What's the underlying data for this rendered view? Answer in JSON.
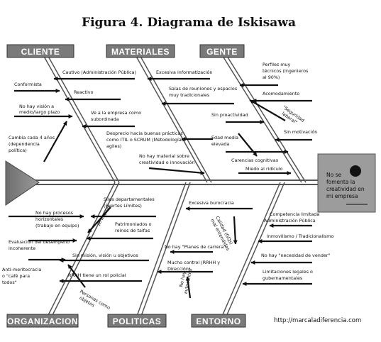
{
  "title": "Figura 4. Diagrama de Iskisawa",
  "effect": {
    "lines": [
      "No se",
      "fomenta la",
      "creatividad en",
      "mi empresa"
    ]
  },
  "categories": {
    "cliente": "CLIENTE",
    "materiales": "MATERIALES",
    "gente": "GENTE",
    "organizacion": "ORGANIZACION",
    "politicas": "POLITICAS",
    "entorno": "ENTORNO"
  },
  "causes": {
    "cliente": {
      "cautivo": "Cautivo (Administración Pública)",
      "conformista": "Conformista",
      "reactivo": "Reactivo",
      "vision": [
        "No hay visión a",
        "medio/largo plazo"
      ],
      "cambia": [
        "Cambia cada 4 años",
        "(dependencia",
        "política)"
      ],
      "subordinada": [
        "Ve a la empresa como",
        "subordinada"
      ]
    },
    "materiales": {
      "informatizacion": "Excesiva informatización",
      "salas": [
        "Salas de reuniones y espacios",
        "muy tradicionales"
      ],
      "desprecio": [
        "Desprecio hacia buenas prácticas",
        "como ITIL o SCRUM (Metodologías",
        "agiles)"
      ],
      "material": [
        "No hay material sobre",
        "creatividad o innovación"
      ]
    },
    "gente": {
      "perfiles": [
        "Perfiles muy",
        "técnicos (ingenieros",
        "al 90%)"
      ],
      "acomodamiento": "Acomodamiento",
      "seguridad": [
        "\"Seguridad",
        "laboral\""
      ],
      "proactividad": "Sin proactividad",
      "edad": [
        "Edad media",
        "elevada"
      ],
      "motivacion": "Sin motivación",
      "carencias": "Carencias cognitivas",
      "miedo": "Miedo al ridículo"
    },
    "organizacion": {
      "procesos": [
        "No hay procesos",
        "horizontales",
        "(trabajo en equipo)"
      ],
      "evaluacion": [
        "Evaluación del desempeño",
        "incoherente"
      ],
      "antimeritocracia": [
        "Anti-meritocracia",
        "o \"café para",
        "todos\""
      ],
      "silos": [
        "Silos departamentales",
        "(Fuertes Límites)"
      ],
      "jerarquias": "Jerarquías",
      "patrimoniados": [
        "Patrimoniados o",
        "reinos de taifas"
      ],
      "sinmision": "Sin misión, visión u objetivos",
      "rrhh": "RRHH tiene un rol policial",
      "personas": [
        "Personas como",
        "objetos"
      ]
    },
    "politicas": {
      "burocracia": "Excesiva burocracia",
      "calidad": [
        "Calidad (GQs)",
        "mal entendidas"
      ],
      "planes": "No hay \"Planes de carrera\"",
      "control": [
        "Mucho control (RRHH y",
        "Dirección)"
      ],
      "autocontrol": [
        "No hay",
        "autocontrol"
      ]
    },
    "entorno": {
      "competencia": [
        "Competencia limitada",
        "Administración Pública"
      ],
      "inmovilismo": "Inmovilismo / Tradicionalismo",
      "vender": "No hay \"necesidad de vender\"",
      "limitaciones": [
        "Limitaciones legales o",
        "gubernamentales"
      ]
    }
  },
  "footer_url": "http://marcaladiferencia.com"
}
